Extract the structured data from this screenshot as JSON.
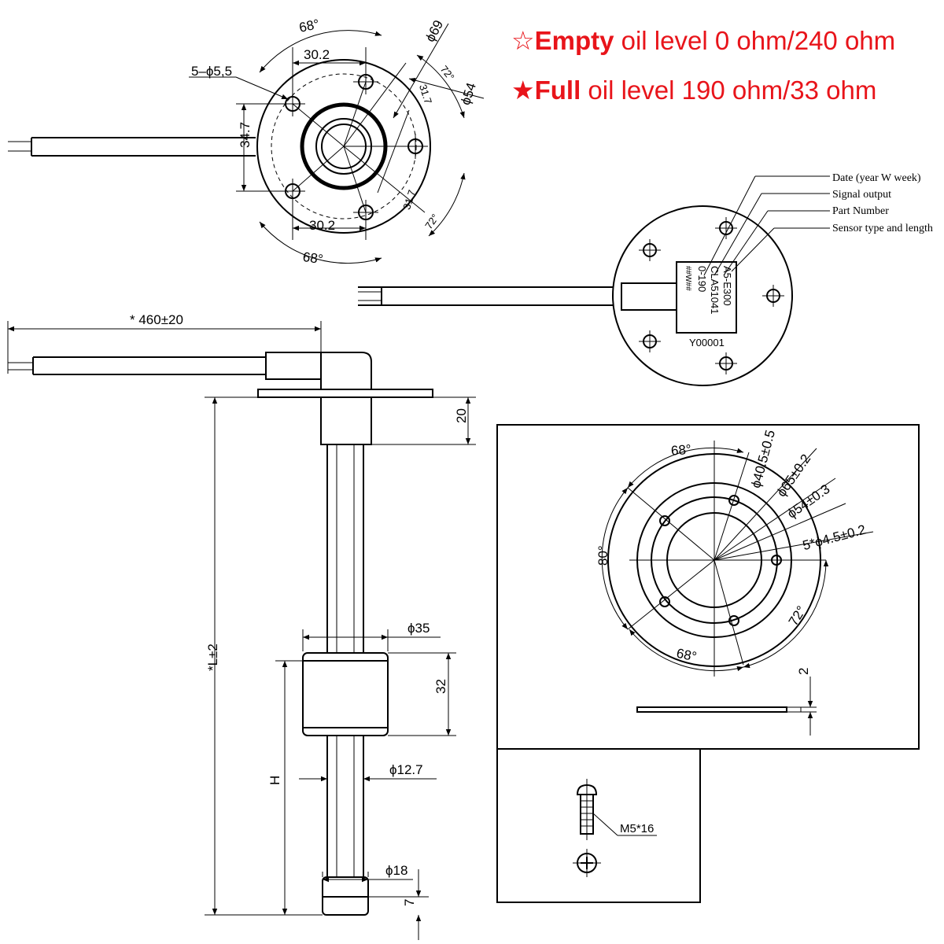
{
  "header": {
    "line1_symbol": "☆",
    "line1_bold": "Empty",
    "line1_rest": " oil level 0 ohm/240 ohm",
    "line2_symbol": "★",
    "line2_bold": "Full",
    "line2_rest": " oil level 190 ohm/33 ohm",
    "color": "#e8141a"
  },
  "flange_top_view": {
    "angle_top": "68°",
    "angle_bottom": "68°",
    "angle_right_top": "72°",
    "angle_right_bottom": "72°",
    "dim_top_offset": "30.2",
    "dim_bottom_offset": "30.2",
    "dim_right_top": "31.7",
    "dim_right_bottom": "31.7",
    "dim_outer": "ϕ69",
    "dim_pcd": "ϕ54",
    "dim_vertical": "34.7",
    "holes_label": "5–ϕ5,5"
  },
  "label_view": {
    "callouts": [
      "Date (year W week)",
      "Signal output",
      "Part Number",
      "Sensor type and length"
    ],
    "label_lines": [
      "A5-E300",
      "CLA51041",
      "0-190",
      "##W##"
    ],
    "serial": "Y00001"
  },
  "side_view": {
    "cable_length": "* 460±20",
    "head_height": "20",
    "total_length": "*L±2",
    "float_diameter": "ϕ35",
    "float_height": "32",
    "float_position": "H",
    "tube_diameter": "ϕ12.7",
    "stop_diameter": "ϕ18",
    "stop_height": "7"
  },
  "mounting_view": {
    "angle_top": "68°",
    "angle_left": "80°",
    "angle_right": "72°",
    "angle_bottom": "68°",
    "dim_inner": "ϕ40.5±0.5",
    "dim_outer": "ϕ65±0.2",
    "dim_pcd": "ϕ54±0.3",
    "dim_holes": "5*ϕ4.5±0.2",
    "gasket_thickness": "2"
  },
  "screw_view": {
    "screw_label": "M5*16"
  }
}
